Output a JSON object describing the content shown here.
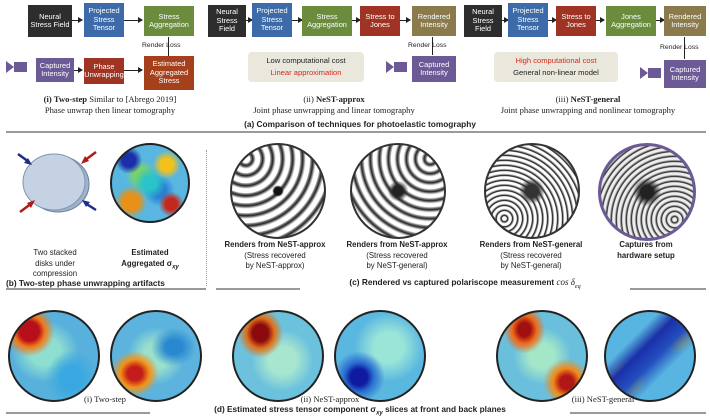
{
  "pipelines": {
    "p1": {
      "boxes": [
        "Neural Stress Field",
        "Projected Stress Tensor",
        "Stress Aggregation",
        "Captured Intensity",
        "Phase Unwrapping",
        "Estimated Aggregated Stress"
      ],
      "render_loss": "Render Loss",
      "caption_bold": "(i) Two-step",
      "caption_rest": " Similar to [Abrego 2019]",
      "caption_line2": "Phase unwrap then linear tomography"
    },
    "p2": {
      "boxes": [
        "Neural Stress Field",
        "Projected Stress Tensor",
        "Stress Aggregation",
        "Stress to Jones",
        "Rendered Intensity",
        "Captured Intensity"
      ],
      "render_loss": "Render Loss",
      "note_line1": "Low computational cost",
      "note_line2": "Linear approximation",
      "caption_bold": "NeST-approx",
      "caption_prefix": "(ii) ",
      "caption_line2": "Joint phase unwrapping and linear tomography"
    },
    "p3": {
      "boxes": [
        "Neural Stress Field",
        "Projected Stress Tensor",
        "Stress to Jones",
        "Jones Aggregation",
        "Rendered Intensity",
        "Captured Intensity"
      ],
      "render_loss": "Render Loss",
      "note_line1": "High computational cost",
      "note_line2": "General non-linear model",
      "caption_bold": "NeST-general",
      "caption_prefix": "(iii) ",
      "caption_line2": "Joint phase unwrapping and nonlinear tomography"
    }
  },
  "section_a": "(a) Comparison of techniques for photoelastic tomography",
  "section_b": {
    "disk_caption": [
      "Two stacked",
      "disks under",
      "compression"
    ],
    "est_caption_line1": "Estimated",
    "est_caption_line2": "Aggregated σ",
    "est_caption_sub": "xy",
    "title": "(b) Two-step phase unwrapping artifacts"
  },
  "section_c": {
    "renders": [
      {
        "title": "Renders from NeST-approx",
        "sub1": "(Stress recovered",
        "sub2": "by NeST-approx)"
      },
      {
        "title": "Renders from NeST-approx",
        "sub1": "(Stress recovered",
        "sub2": "by NeST-general)"
      },
      {
        "title": "Renders from NeST-general",
        "sub1": "(Stress recovered",
        "sub2": "by NeST-general)"
      },
      {
        "title": "Captures from",
        "sub1": "hardware setup",
        "sub2": ""
      }
    ],
    "title": "(c) Rendered vs captured polariscope measurement",
    "title_math": "cos δ",
    "title_math_sub": "eq"
  },
  "section_d": {
    "labels": [
      "(i) Two-step",
      "(ii) NeST-approx",
      "(iii) NeST-general"
    ],
    "title": "(d) Estimated stress tensor component σ",
    "title_sub": "xy",
    "title_rest": " slices at front and back planes"
  },
  "colors": {
    "black": "#2d2d2d",
    "blue": "#3d6aa8",
    "green": "#6a8c3c",
    "red": "#9f3424",
    "tan": "#8a7a4c",
    "purple": "#6b5a96",
    "orange": "#a5401c",
    "note_red": "#d42a1c"
  }
}
